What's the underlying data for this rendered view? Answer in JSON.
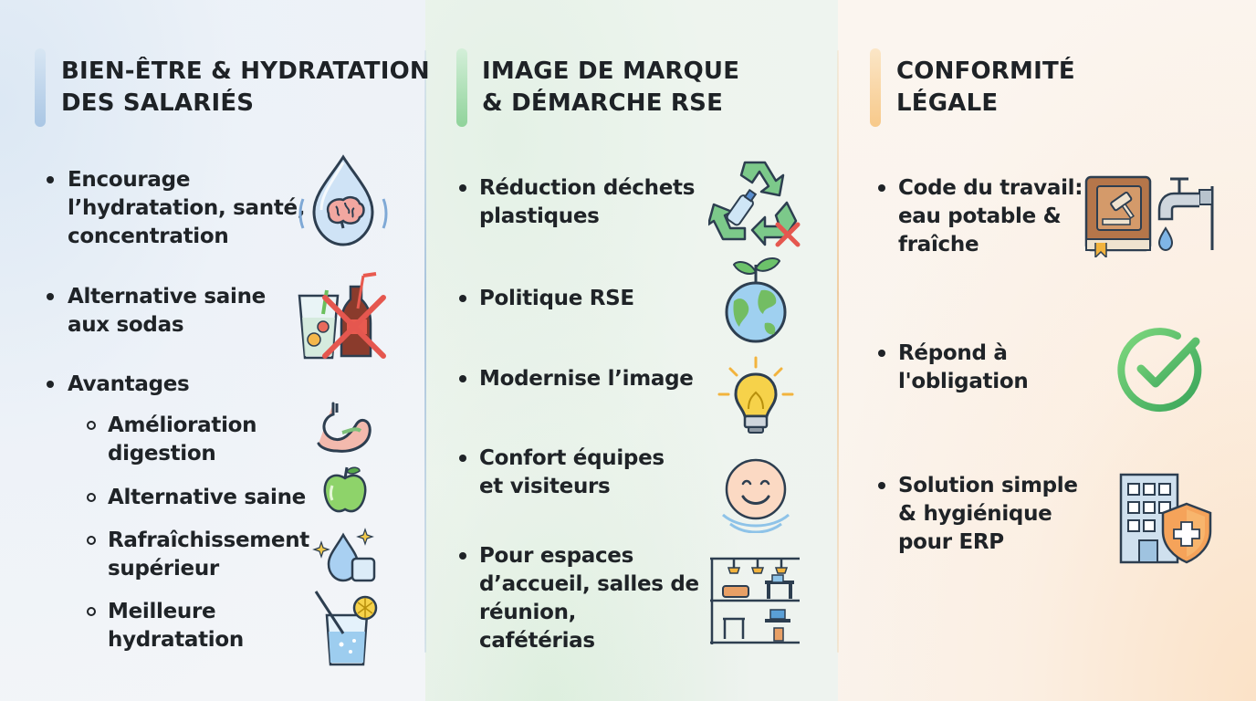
{
  "columns": [
    {
      "title": "BIEN-ÊTRE & HYDRATATION\nDES SALARIÉS",
      "accent_color": "#a9c6e4",
      "items": [
        {
          "label": "Encourage\nl’hydratation, santé,\nconcentration",
          "icon": "water-drop-brain-icon"
        },
        {
          "label": "Alternative saine\naux sodas",
          "icon": "no-soda-icon"
        },
        {
          "label": "Avantages",
          "icon": ""
        }
      ],
      "subitems": [
        {
          "label": "Amélioration\ndigestion",
          "icon": "stomach-icon"
        },
        {
          "label": "Alternative saine",
          "icon": "apple-icon"
        },
        {
          "label": "Rafraîchissement\nsupérieur",
          "icon": "water-drop-ice-icon"
        },
        {
          "label": "Meilleure\nhydratation",
          "icon": "water-glass-icon"
        }
      ]
    },
    {
      "title": "IMAGE DE MARQUE\n& DÉMARCHE RSE",
      "accent_color": "#8fd39a",
      "items": [
        {
          "label": "Réduction déchets\nplastiques",
          "icon": "recycle-bottle-icon"
        },
        {
          "label": "Politique RSE",
          "icon": "globe-sprout-icon"
        },
        {
          "label": "Modernise l’image",
          "icon": "lightbulb-icon"
        },
        {
          "label": "Confort équipes\net visiteurs",
          "icon": "smiley-icon"
        },
        {
          "label": "Pour espaces\nd’accueil, salles de\nréunion,\ncafétérias",
          "icon": "office-spaces-icon"
        }
      ]
    },
    {
      "title": "CONFORMITÉ\nLÉGALE",
      "accent_color": "#f7c98a",
      "items": [
        {
          "label": "Code du travail:\neau potable &\nfraîche",
          "icon": "law-book-tap-icon"
        },
        {
          "label": "Répond à\nl'obligation",
          "icon": "check-circle-icon"
        },
        {
          "label": "Solution simple\n& hygiénique\npour ERP",
          "icon": "building-shield-icon"
        }
      ]
    }
  ]
}
